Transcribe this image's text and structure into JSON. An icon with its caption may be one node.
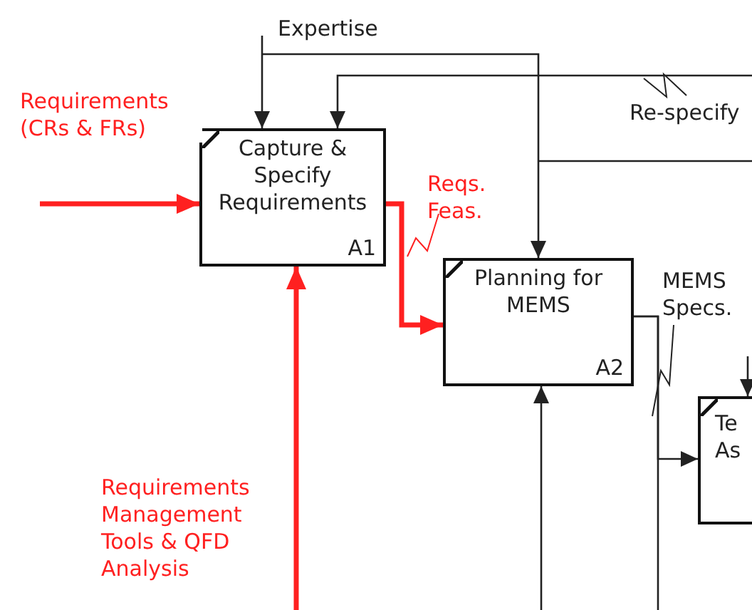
{
  "diagram": {
    "nodes": [
      {
        "text": [
          "Capture & Specify Requirements",
          "A1"
        ]
      },
      {
        "text": [
          "Planning for MEMS",
          "A2"
        ]
      },
      {
        "text": [
          "Te As"
        ]
      }
    ],
    "edges": [
      {
        "from": null,
        "to": 0,
        "arrow": "to",
        "label": "Requirements (CRs & FRs)",
        "style": "thick",
        "color": "#ff2020"
      },
      {
        "from": null,
        "to": 0,
        "arrow": "to",
        "label": "Expertise"
      },
      {
        "from": null,
        "to": 1,
        "arrow": "to"
      },
      {
        "from": null,
        "to": 0,
        "arrow": "to",
        "label": "Re-specify"
      },
      {
        "from": 0,
        "to": 1,
        "arrow": "to",
        "label": "Reqs. Feas.",
        "style": "thick",
        "color": "#ff2020"
      },
      {
        "from": null,
        "to": 0,
        "arrow": "to",
        "label": "Requirements Management Tools & QFD Analysis",
        "style": "thick",
        "color": "#ff2020"
      },
      {
        "from": null,
        "to": 1,
        "arrow": "to"
      },
      {
        "from": 1,
        "to": 2,
        "arrow": "to",
        "label": "MEMS Specs."
      },
      {
        "from": 1,
        "to": null,
        "arrow": "none"
      },
      {
        "from": null,
        "to": 2,
        "arrow": "to"
      }
    ]
  }
}
